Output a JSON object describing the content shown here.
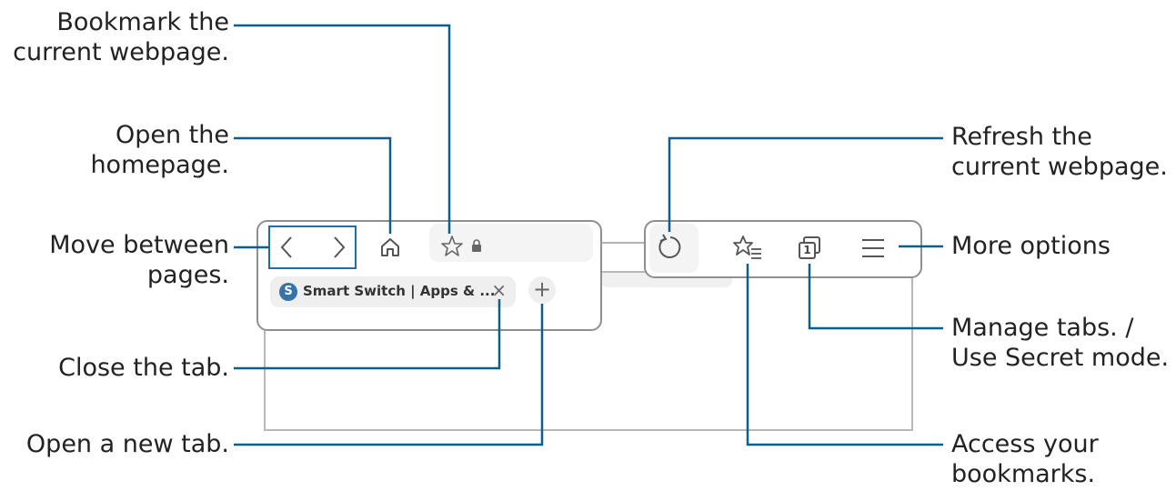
{
  "labels": {
    "bookmark": [
      "Bookmark the",
      "current webpage."
    ],
    "homepage": [
      "Open the",
      "homepage."
    ],
    "move": [
      "Move between",
      "pages."
    ],
    "close_tab": [
      "Close the tab."
    ],
    "new_tab": [
      "Open a new tab."
    ],
    "refresh": [
      "Refresh the",
      "current webpage."
    ],
    "more": [
      "More options"
    ],
    "manage_tabs": [
      "Manage tabs. /",
      "Use Secret mode."
    ],
    "bookmarks": [
      "Access your",
      "bookmarks."
    ]
  },
  "browser": {
    "tab_title": "Smart Switch | Apps & ...",
    "tab_badge": "S",
    "tab_close": "×",
    "new_tab": "+",
    "tab_count": "1"
  },
  "colors": {
    "callout": "#0b5f8a",
    "highlight": "#1c6fa6"
  },
  "icons": [
    "back-icon",
    "forward-icon",
    "home-icon",
    "star-icon",
    "lock-icon",
    "refresh-icon",
    "bookmarks-icon",
    "tabs-icon",
    "menu-icon",
    "close-icon",
    "plus-icon"
  ]
}
